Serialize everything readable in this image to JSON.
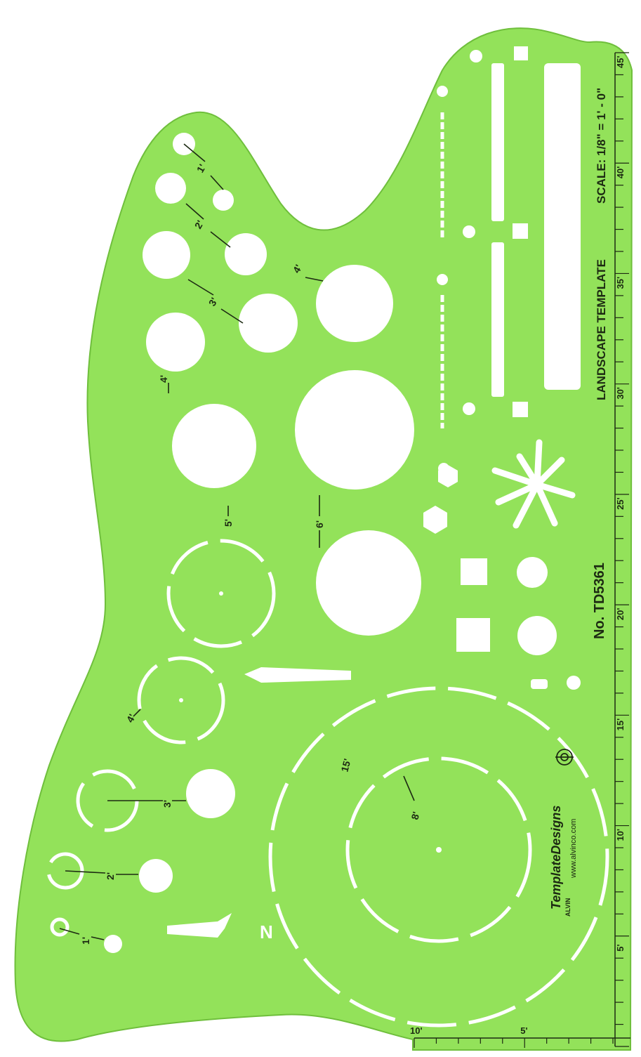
{
  "colors": {
    "template_green": "#93e25a",
    "template_edge": "#6fbf3c",
    "cutout": "#ffffff",
    "ink": "#1c2a12"
  },
  "product": {
    "scale_text": "SCALE: 1/8\" = 1' - 0\"",
    "title": "LANDSCAPE TEMPLATE",
    "model": "No. TD5361",
    "brand": "TemplateDesigns",
    "brand_logo_text": "ALVIN",
    "website": "www.alvinco.com"
  },
  "ruler_vertical_labels": [
    "45'",
    "40'",
    "35'",
    "30'",
    "25'",
    "20'",
    "15'",
    "10'",
    "5'"
  ],
  "ruler_horizontal_labels": [
    "10'",
    "5'"
  ],
  "shape_labels": {
    "shrub_1": "1'",
    "shrub_2": "2'",
    "shrub_3": "3'",
    "shrub_4": "4'",
    "star_4": "4'",
    "star_5": "5'",
    "cloud_6": "6'",
    "tree_15": "15'",
    "tree_8": "8'",
    "circle_4": "4'",
    "circle_3": "3'",
    "circle_2": "2'",
    "circle_1": "1'"
  }
}
